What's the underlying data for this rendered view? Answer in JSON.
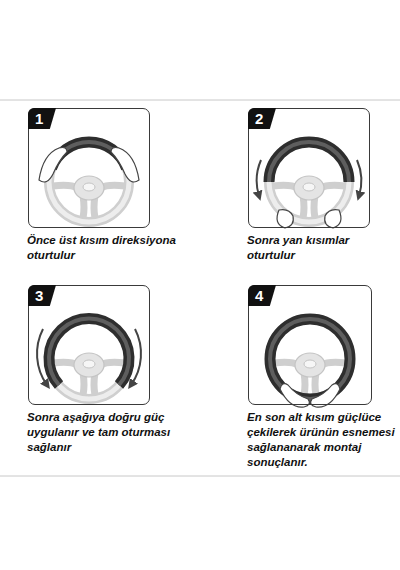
{
  "diagram": {
    "nodes": [
      {
        "text": [
          "1",
          "Önce üst kısım direksiyona oturtulur"
        ]
      },
      {
        "text": [
          "2",
          "Sonra yan kısımlar oturtulur"
        ]
      },
      {
        "text": [
          "3",
          "Sonra aşağıya doğru güç uygulanır ve tam oturması sağlanır"
        ]
      },
      {
        "text": [
          "4",
          "En son alt kısım güçlüce çekilerek ürünün esnemesi sağlananarak montaj sonuçlanır."
        ]
      }
    ]
  }
}
